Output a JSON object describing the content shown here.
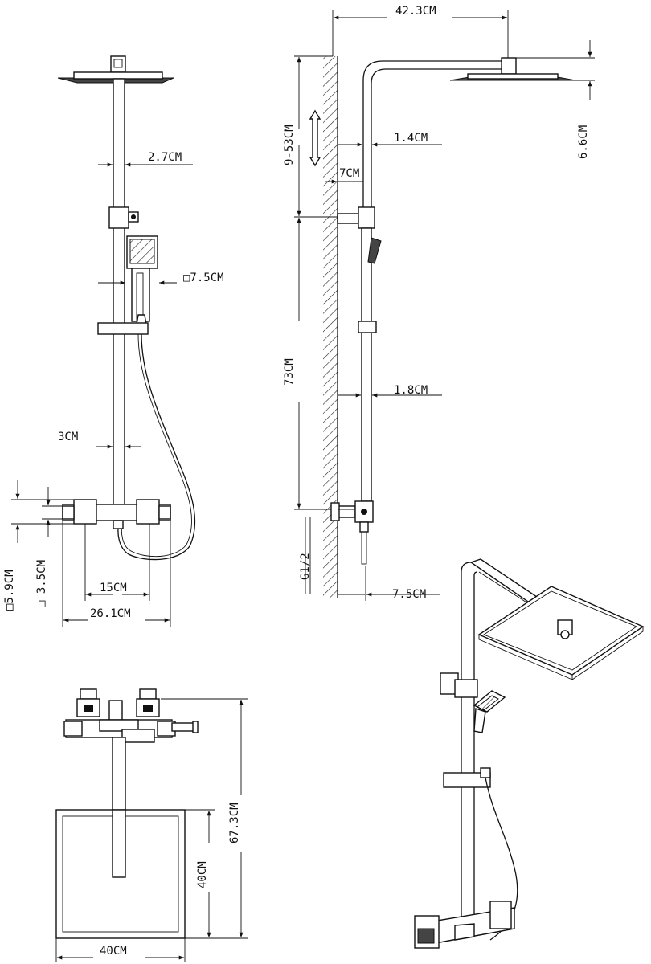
{
  "front_view": {
    "dim_pipe": "2.7CM",
    "dim_handshower": "□7.5CM",
    "dim_bar": "3CM",
    "dim_valve_height": "□5.9CM",
    "dim_valve_inner": "□ 3.5CM",
    "dim_centers": "15CM",
    "dim_valve_width": "26.1CM"
  },
  "side_view": {
    "dim_arm": "42.3CM",
    "dim_head_height": "6.6CM",
    "dim_adjust": "9-53CM",
    "dim_upper_pipe": "1.4CM",
    "dim_bracket": "7CM",
    "dim_height": "73CM",
    "dim_lower_pipe": "1.8CM",
    "dim_thread": "G1/2",
    "dim_offset": "7.5CM"
  },
  "top_view": {
    "dim_total_depth": "67.3CM",
    "dim_head_depth": "40CM",
    "dim_head_width": "40CM"
  }
}
